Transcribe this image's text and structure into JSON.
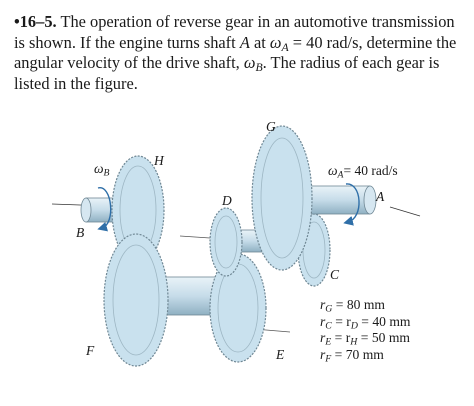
{
  "problem": {
    "number": "•16–5.",
    "text_1": "The operation of reverse gear in an automotive transmission is shown. If the engine turns shaft",
    "shaft_a": "A",
    "text_2": "at",
    "omega_a": "ω",
    "omega_a_sub": "A",
    "text_3": "= 40 rad/s, determine the angular velocity of the drive shaft,",
    "omega_b": "ω",
    "omega_b_sub": "B",
    "text_4": ". The radius of each gear is listed in the figure."
  },
  "figure": {
    "labels": {
      "G": "G",
      "H": "H",
      "D": "D",
      "A": "A",
      "B": "B",
      "C": "C",
      "E": "E",
      "F": "F",
      "omega_b": "ω",
      "omega_b_sub": "B",
      "omega_a": "ω",
      "omega_a_sub": "A",
      "omega_a_value": "= 40 rad/s"
    },
    "radii": [
      {
        "sym": "r",
        "sub": "G",
        "rest": " = 80 mm"
      },
      {
        "sym": "r",
        "sub": "C",
        "mid": " = r",
        "sub2": "D",
        "rest": " = 40 mm"
      },
      {
        "sym": "r",
        "sub": "E",
        "mid": " = r",
        "sub2": "H",
        "rest": " = 50 mm"
      },
      {
        "sym": "r",
        "sub": "F",
        "rest": " = 70 mm"
      }
    ]
  },
  "colors": {
    "gear_fill": "#c9e1ee",
    "gear_edge": "#6f8794",
    "shaft_fill": "#d6e7f1",
    "arrow": "#2f6fa8",
    "text": "#1a1a1a"
  }
}
